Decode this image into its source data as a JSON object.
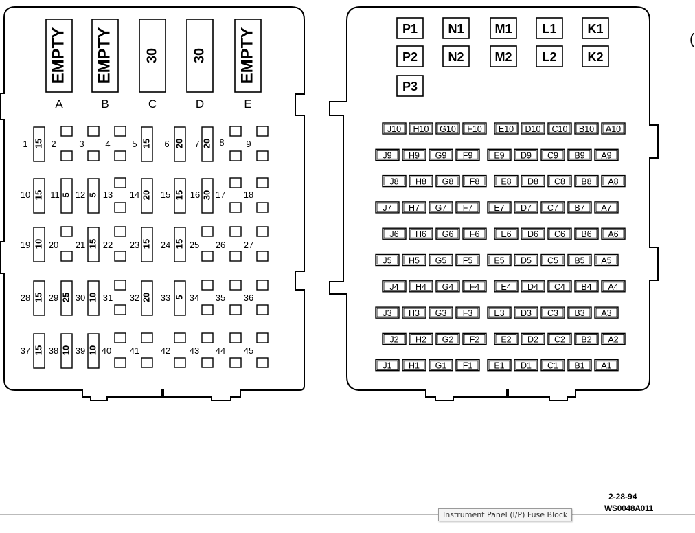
{
  "caption": "Instrument Panel (I/P) Fuse Block",
  "date": "2-28-94",
  "code": "WS0048A011",
  "cut_glyph": "(",
  "left_block": {
    "big_fuses": [
      {
        "letter": "A",
        "value": "EMPTY"
      },
      {
        "letter": "B",
        "value": "EMPTY"
      },
      {
        "letter": "C",
        "value": "30"
      },
      {
        "letter": "D",
        "value": "30"
      },
      {
        "letter": "E",
        "value": "EMPTY"
      }
    ],
    "fuse_values": [
      {
        "n": 1,
        "value": "15"
      },
      {
        "n": 5,
        "value": "15"
      },
      {
        "n": 6,
        "value": "20"
      },
      {
        "n": 7,
        "value": "20"
      },
      {
        "n": 10,
        "value": "15"
      },
      {
        "n": 11,
        "value": "5"
      },
      {
        "n": 12,
        "value": "5"
      },
      {
        "n": 14,
        "value": "20"
      },
      {
        "n": 15,
        "value": "15"
      },
      {
        "n": 16,
        "value": "30"
      },
      {
        "n": 19,
        "value": "10"
      },
      {
        "n": 21,
        "value": "15"
      },
      {
        "n": 23,
        "value": "15"
      },
      {
        "n": 24,
        "value": "15"
      },
      {
        "n": 28,
        "value": "15"
      },
      {
        "n": 29,
        "value": "25"
      },
      {
        "n": 30,
        "value": "10"
      },
      {
        "n": 32,
        "value": "20"
      },
      {
        "n": 33,
        "value": "5"
      },
      {
        "n": 37,
        "value": "15"
      },
      {
        "n": 38,
        "value": "10"
      },
      {
        "n": 39,
        "value": "10"
      }
    ]
  },
  "right_block": {
    "relays": [
      [
        "P1",
        "N1",
        "M1",
        "L1",
        "K1"
      ],
      [
        "P2",
        "N2",
        "M2",
        "L2",
        "K2"
      ],
      [
        "P3"
      ]
    ],
    "columns": [
      "J",
      "H",
      "G",
      "F",
      "E",
      "D",
      "C",
      "B",
      "A"
    ],
    "rows": [
      10,
      9,
      8,
      7,
      6,
      5,
      4,
      3,
      2,
      1
    ]
  }
}
